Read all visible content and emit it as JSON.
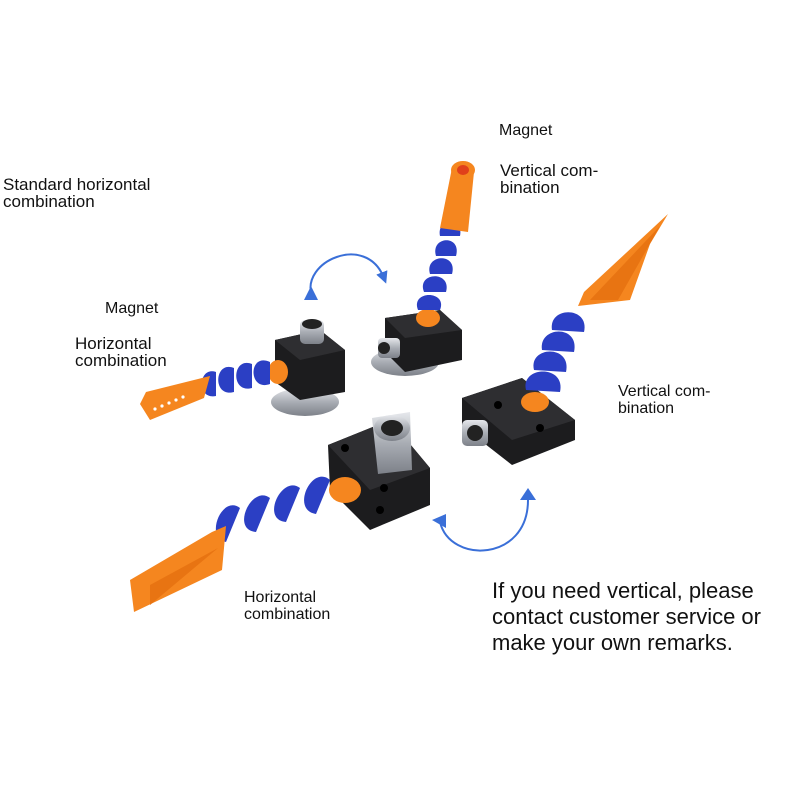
{
  "labels": {
    "standard_horizontal": "Standard horizontal\ncombination",
    "magnet_top": "Magnet",
    "vertical_top": "Vertical com-\nbination",
    "magnet_left": "Magnet",
    "horizontal_left": "Horizontal\ncombination",
    "vertical_right": "Vertical com-\nbination",
    "horizontal_bottom": "Horizontal\ncombination"
  },
  "note": "If you need vertical, please\ncontact customer service or\nmake your own remarks.",
  "colors": {
    "hose_blue": "#2b3fc4",
    "nozzle_orange": "#f5861f",
    "block_black": "#1c1c1e",
    "fitting_silver": "#b9bcc2",
    "arrow_blue": "#3a6fd8"
  },
  "icons": {
    "arrow_top": "rotate-arrow-icon",
    "arrow_bottom": "rotate-arrow-icon"
  }
}
